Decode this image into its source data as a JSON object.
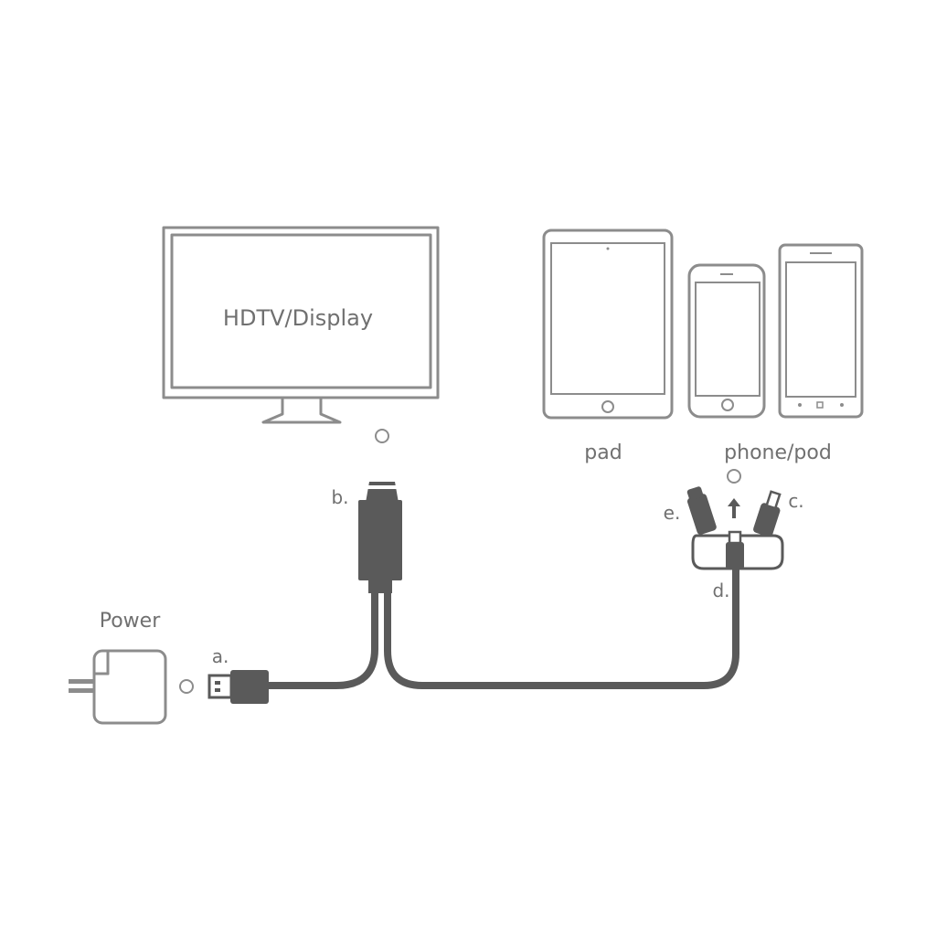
{
  "display": {
    "label": "HDTV/Display"
  },
  "devices": {
    "pad_label": "pad",
    "phone_label": "phone/pod"
  },
  "power": {
    "label": "Power"
  },
  "connectors": {
    "a": "a.",
    "b": "b.",
    "c": "c.",
    "d": "d.",
    "e": "e."
  },
  "colors": {
    "outline": "#8c8c8c",
    "cable": "#5a5a5a",
    "text": "#707070",
    "background": "#ffffff"
  }
}
